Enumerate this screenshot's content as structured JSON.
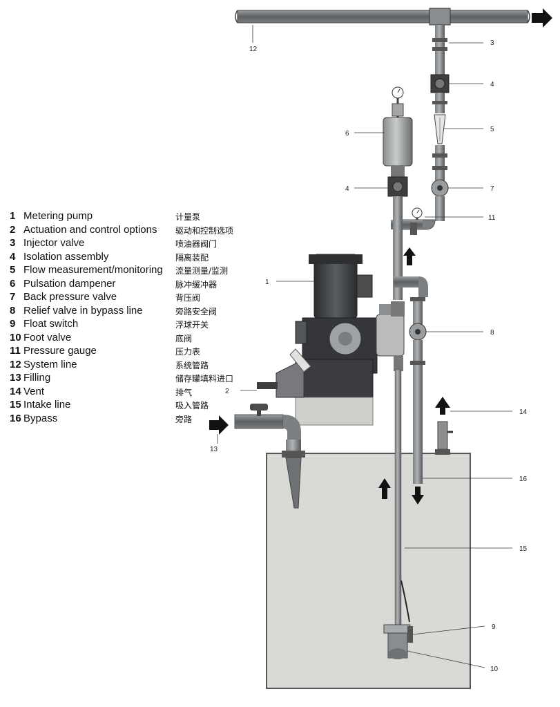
{
  "legend": [
    {
      "num": "1",
      "en": "Metering pump",
      "zh": "计量泵"
    },
    {
      "num": "2",
      "en": "Actuation and control options",
      "zh": "驱动和控制选项"
    },
    {
      "num": "3",
      "en": "Injector valve",
      "zh": "喷油器阀门"
    },
    {
      "num": "4",
      "en": "Isolation assembly",
      "zh": "隔离装配"
    },
    {
      "num": "5",
      "en": "Flow measurement/monitoring",
      "zh": "流量测量/监测"
    },
    {
      "num": "6",
      "en": "Pulsation dampener",
      "zh": "脉冲缓冲器"
    },
    {
      "num": "7",
      "en": "Back pressure valve",
      "zh": "背压阀"
    },
    {
      "num": "8",
      "en": "Relief valve in bypass line",
      "zh": "旁路安全阀"
    },
    {
      "num": "9",
      "en": "Float switch",
      "zh": "浮球开关"
    },
    {
      "num": "10",
      "en": "Foot valve",
      "zh": "底阀"
    },
    {
      "num": "11",
      "en": "Pressure gauge",
      "zh": "压力表"
    },
    {
      "num": "12",
      "en": "System line",
      "zh": "系统管路"
    },
    {
      "num": "13",
      "en": "Filling",
      "zh": "储存罐填料进口"
    },
    {
      "num": "14",
      "en": "Vent",
      "zh": "排气"
    },
    {
      "num": "15",
      "en": "Intake line",
      "zh": "吸入管路"
    },
    {
      "num": "16",
      "en": "Bypass",
      "zh": "旁路"
    }
  ],
  "callouts": {
    "c1": "1",
    "c2": "2",
    "c3": "3",
    "c4a": "4",
    "c4b": "4",
    "c5": "5",
    "c6": "6",
    "c7": "7",
    "c8": "8",
    "c9": "9",
    "c10": "10",
    "c11": "11",
    "c12": "12",
    "c13": "13",
    "c14": "14",
    "c15": "15",
    "c16": "16"
  },
  "colors": {
    "pipe": "#6f7274",
    "tank": "#d9dad6",
    "pump_body": "#3b3d3f",
    "pump_base": "#cfd0cc",
    "arrow": "#111111"
  }
}
